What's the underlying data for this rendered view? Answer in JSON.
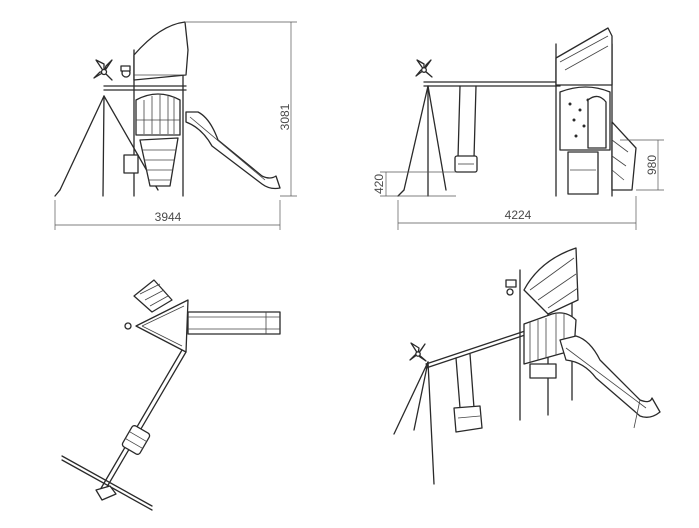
{
  "dimensions": {
    "front_height": "3081",
    "front_width": "3944",
    "side_width": "4224",
    "side_platform_height": "980",
    "side_seat_height": "420"
  }
}
